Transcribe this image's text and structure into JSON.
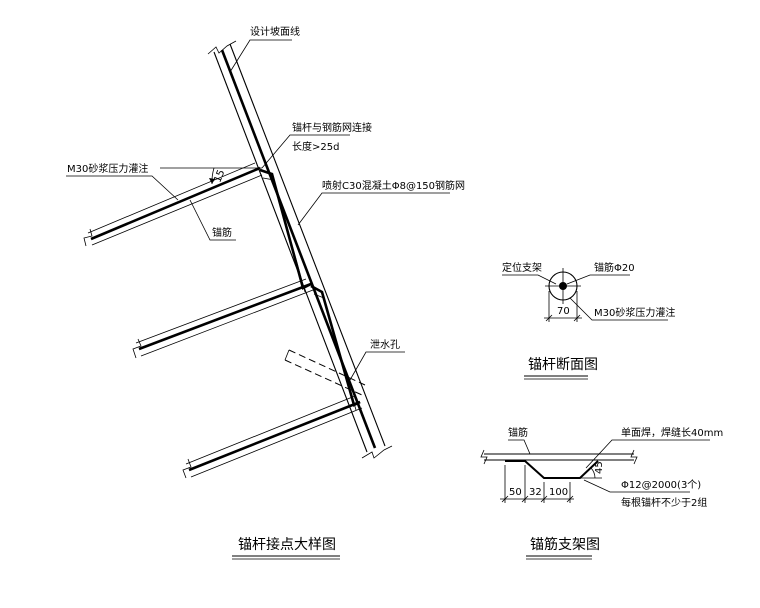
{
  "labels": {
    "design_slope_line": "设计坡面线",
    "anchor_mesh_connection": "锚杆与钢筋网连接",
    "length_requirement": "长度>25d",
    "grout_m30": "M30砂浆压力灌注",
    "angle_15": "15",
    "shotcrete_mesh": "喷射C30混凝土Φ8@150钢筋网",
    "anchor_bar": "锚筋",
    "drain_hole": "泄水孔",
    "positioning_bracket": "定位支架",
    "anchor_bar_dia": "锚筋Φ20",
    "dim_70": "70",
    "grout_m30_section": "M30砂浆压力灌注",
    "anchor_bar_bracket": "锚筋",
    "single_weld": "单面焊，焊缝长40mm",
    "angle_45": "45",
    "bracket_spec": "Φ12@2000(3个)",
    "bracket_note": "每根锚杆不少于2组",
    "dim_50": "50",
    "dim_32": "32",
    "dim_100": "100"
  },
  "titles": {
    "detail": "锚杆接点大样图",
    "section": "锚杆断面图",
    "bracket": "锚筋支架图"
  }
}
